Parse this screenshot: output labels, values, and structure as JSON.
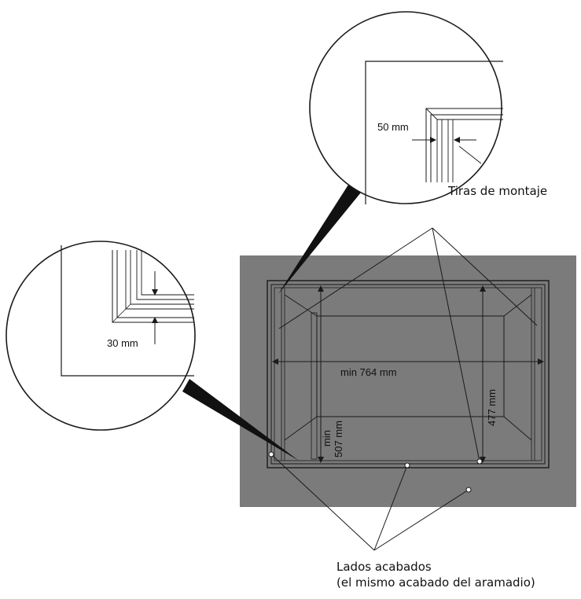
{
  "dimensions": {
    "strip_width": "50 mm",
    "corner_offset": "30 mm",
    "min_width": "min 764 mm",
    "inner_height": "477 mm",
    "min_height_word": "min",
    "min_height_value": "507 mm"
  },
  "labels": {
    "mounting_strips": "Tiras de montaje",
    "finished_sides_line1": "Lados acabados",
    "finished_sides_line2": "(el mismo acabado del aramadio)"
  },
  "colors": {
    "cabinet": "#7b7b7b",
    "line": "#1a1a1a",
    "background": "#ffffff"
  }
}
